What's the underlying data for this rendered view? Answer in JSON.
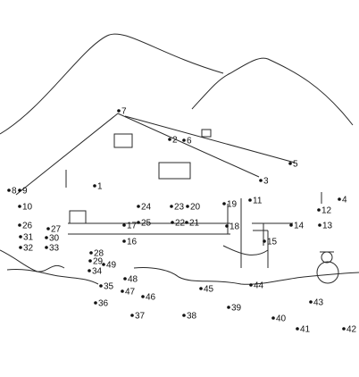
{
  "puzzle": {
    "labels": [
      "1",
      "2",
      "3",
      "4",
      "5",
      "6",
      "7",
      "8",
      "9",
      "10",
      "11",
      "12",
      "13",
      "14",
      "15",
      "16",
      "17",
      "18",
      "19",
      "20",
      "21",
      "22",
      "23",
      "24",
      "25",
      "26",
      "27",
      "28",
      "29",
      "30",
      "31",
      "32",
      "33",
      "34",
      "35",
      "36",
      "37",
      "38",
      "39",
      "40",
      "41",
      "42",
      "43",
      "44",
      "45",
      "46",
      "47",
      "48",
      "49"
    ]
  },
  "colors": {
    "ink": "#111111",
    "line": "#2a2a2a",
    "background": "#ffffff"
  }
}
